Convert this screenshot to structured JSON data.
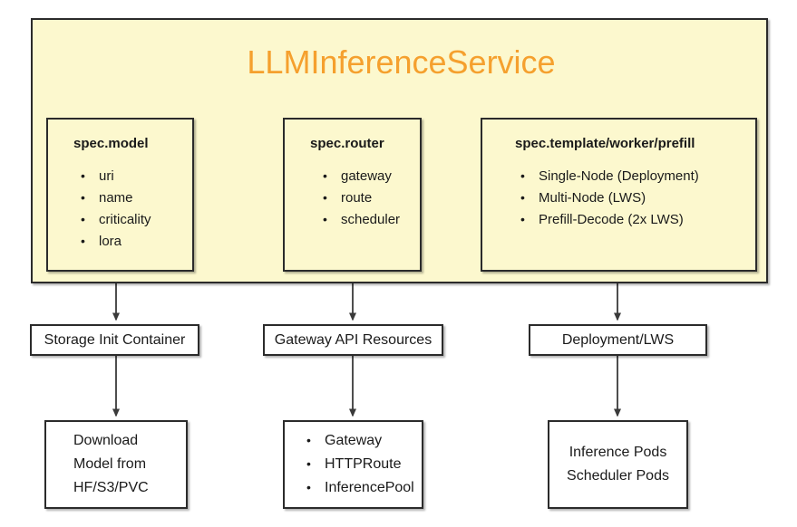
{
  "diagram": {
    "title": "LLMInferenceService",
    "title_color": "#f5a02e",
    "container_fill": "#fcf8ce",
    "border_color": "#2b2b2b",
    "box_fill": "#ffffff",
    "spec_boxes": [
      {
        "heading": "spec.model",
        "items": [
          "uri",
          "name",
          "criticality",
          "lora"
        ]
      },
      {
        "heading": "spec.router",
        "items": [
          "gateway",
          "route",
          "scheduler"
        ]
      },
      {
        "heading": "spec.template/worker/prefill",
        "items": [
          "Single-Node (Deployment)",
          "Multi-Node (LWS)",
          "Prefill-Decode (2x LWS)"
        ]
      }
    ],
    "middle_row": [
      {
        "label": "Storage Init Container"
      },
      {
        "label": "Gateway API Resources"
      },
      {
        "label": "Deployment/LWS"
      }
    ],
    "bottom_row": [
      {
        "kind": "lines",
        "lines": [
          "Download",
          "Model from",
          "HF/S3/PVC"
        ]
      },
      {
        "kind": "bullets",
        "items": [
          "Gateway",
          "HTTPRoute",
          "InferencePool"
        ]
      },
      {
        "kind": "lines",
        "lines": [
          "Inference Pods",
          "Scheduler Pods"
        ]
      }
    ]
  }
}
